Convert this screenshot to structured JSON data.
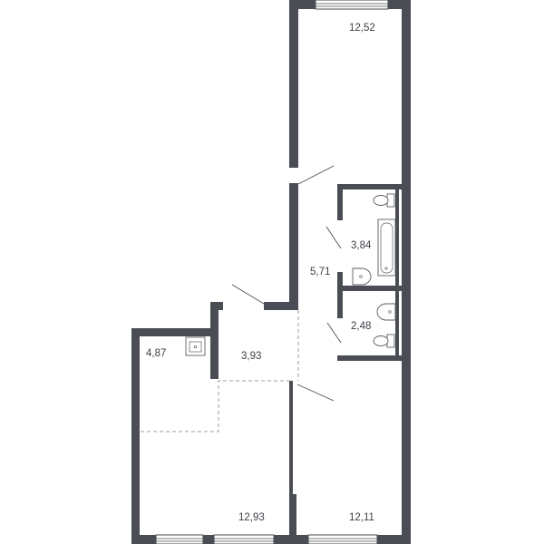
{
  "rooms": [
    {
      "id": "bedroom",
      "area": "12,52"
    },
    {
      "id": "bathroom",
      "area": "3,84"
    },
    {
      "id": "corridor",
      "area": "5,71"
    },
    {
      "id": "wc",
      "area": "2,48"
    },
    {
      "id": "hall",
      "area": "3,93"
    },
    {
      "id": "kitchen",
      "area": "4,87"
    },
    {
      "id": "living-room",
      "area": "12,93"
    },
    {
      "id": "second-bedroom",
      "area": "12,11"
    }
  ],
  "colors": {
    "wall": "#4a4d53",
    "label": "#3c3f45",
    "zone_divider": "#9a9ca0"
  },
  "icons": [
    "toilet-icon",
    "bathtub-icon",
    "washbasin-icon",
    "kitchen-sink-icon"
  ]
}
